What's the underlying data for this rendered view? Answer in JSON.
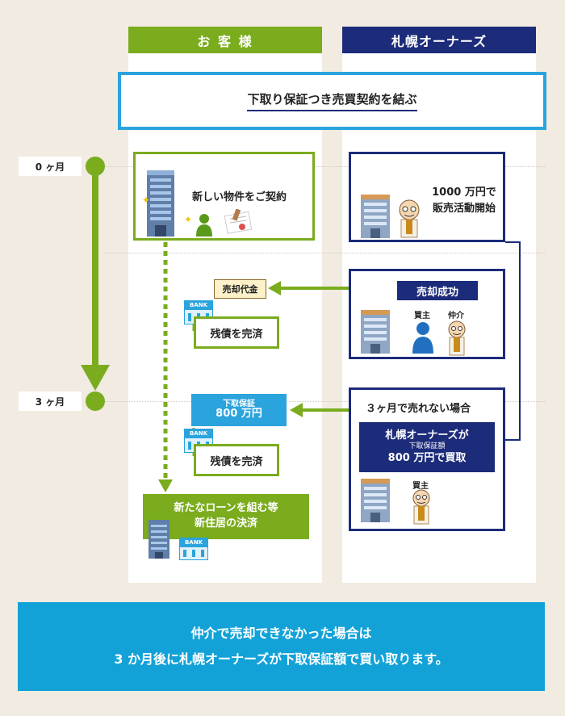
{
  "columns": {
    "customer": "お 客 様",
    "company": "札幌オーナーズ"
  },
  "contract_title": "下取り保証つき売買契約を結ぶ",
  "timeline": {
    "month0": "0 ヶ月",
    "month3": "3 ヶ月"
  },
  "customer_flow": {
    "new_property": "新しい物件をご契約",
    "sale_proceeds": "売却代金",
    "bank_label": "BANK",
    "repay_1": "残債を完済",
    "guarantee_line1": "下取保証",
    "guarantee_line2": "800 万円",
    "repay_2": "残債を完済",
    "new_loan_line1": "新たなローンを組む等",
    "new_loan_line2": "新住居の決済"
  },
  "company_flow": {
    "start_line1": "1000 万円で",
    "start_line2": "販売活動開始",
    "success": "売却成功",
    "buyer": "買主",
    "broker": "仲介",
    "unsold_title": "３ヶ月で売れない場合",
    "buyback_line1": "札幌オーナーズが",
    "buyback_small": "下取保証額",
    "buyback_line2": "800 万円で買取",
    "buyer2": "買主"
  },
  "footer": {
    "line1": "仲介で売却できなかった場合は",
    "line2": "3 か月後に札幌オーナーズが下取保証額で買い取ります。"
  },
  "colors": {
    "green": "#7aac1e",
    "navy": "#1c2b7a",
    "light_blue": "#2ba3dc",
    "cyan_footer": "#12a2d8",
    "background": "#f1ebe1",
    "buyer_blue": "#2170c0",
    "gold": "#c98a1b"
  }
}
